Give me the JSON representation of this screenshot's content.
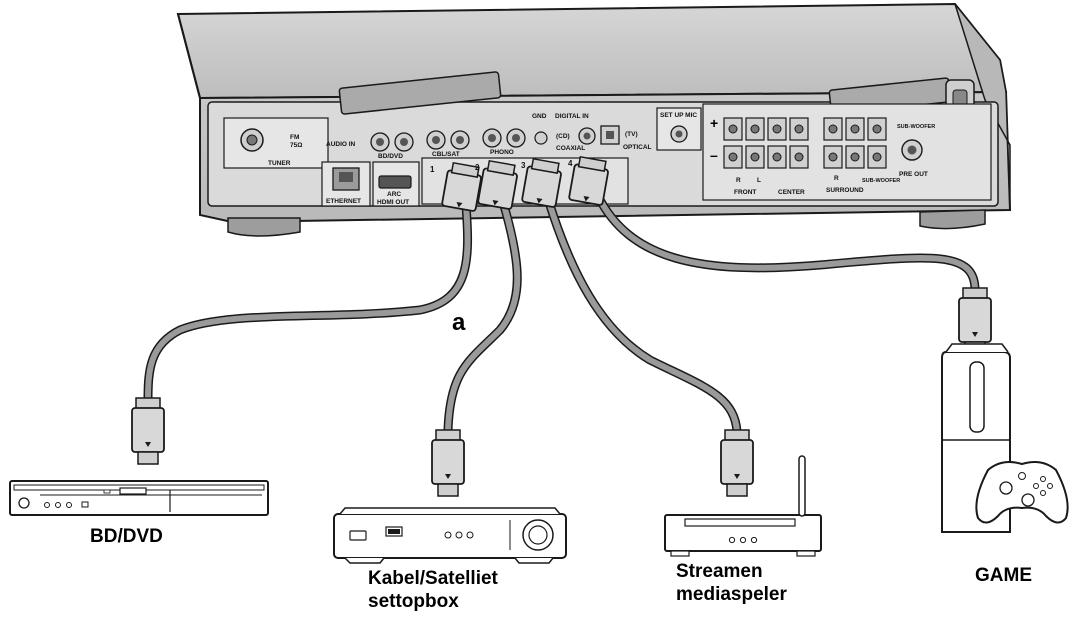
{
  "receiver": {
    "panel_labels": {
      "tuner": "TUNER",
      "fm": "FM",
      "fm_ohm": "75Ω",
      "audio_in": "AUDIO IN",
      "bd_dvd": "BD/DVD",
      "cbl_sat": "CBL/SAT",
      "phono": "PHONO",
      "gnd": "GND",
      "digital_in": "DIGITAL IN",
      "cd": "(CD)",
      "tv": "(TV)",
      "coaxial": "COAXIAL",
      "optical": "OPTICAL",
      "setup_mic": "SET UP MIC",
      "ethernet": "ETHERNET",
      "arc": "ARC",
      "hdmi_out": "HDMI OUT",
      "front": "FRONT",
      "center": "CENTER",
      "surround": "SURROUND",
      "subwoofer_speaker": "SUB-WOOFER",
      "subwoofer_pre": "SUB-WOOFER",
      "pre_out": "PRE OUT",
      "r": "R",
      "l": "L",
      "plus": "+",
      "minus": "–"
    },
    "hdmi_input_numbers": [
      "1",
      "2",
      "3",
      "4"
    ]
  },
  "cable_label": "a",
  "devices": {
    "bd_dvd": "BD/DVD",
    "stb_line1": "Kabel/Satelliet",
    "stb_line2": "settopbox",
    "streamer_line1": "Streamen",
    "streamer_line2": "mediaspeler",
    "game": "GAME"
  },
  "colors": {
    "chassis": "#c9c9c9",
    "panel": "#e3e3e3",
    "cable": "#9a9a9a",
    "outline": "#1a1a1a",
    "connector": "#d8d8d8"
  }
}
